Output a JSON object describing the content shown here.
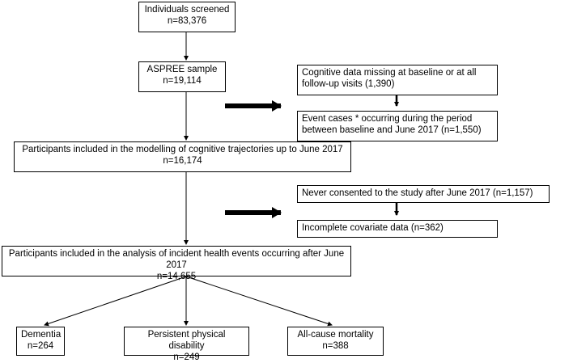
{
  "flowchart": {
    "screened": {
      "title": "Individuals screened",
      "count": "n=83,376"
    },
    "aspree": {
      "title": "ASPREE sample",
      "count": "n=19,114"
    },
    "exclusion1": {
      "missing": "Cognitive data missing at baseline or at all follow-up visits (1,390)",
      "events": "Event cases * occurring during the period between baseline and June 2017 (n=1,550)"
    },
    "modelling": {
      "title": "Participants included in the modelling of cognitive trajectories up to June 2017",
      "count": "n=16,174"
    },
    "exclusion2": {
      "never_consented": "Never consented to the study after June 2017 (n=1,157)",
      "incomplete": "Incomplete covariate data (n=362)"
    },
    "analysis": {
      "title": "Participants included in the analysis of incident health events occurring after June 2017",
      "count": "n=14,655"
    },
    "outcomes": {
      "dementia": {
        "title": "Dementia",
        "count": "n=264"
      },
      "disability": {
        "title": "Persistent physical disability",
        "count": "n=249"
      },
      "mortality": {
        "title": "All-cause mortality",
        "count": "n=388"
      }
    }
  }
}
